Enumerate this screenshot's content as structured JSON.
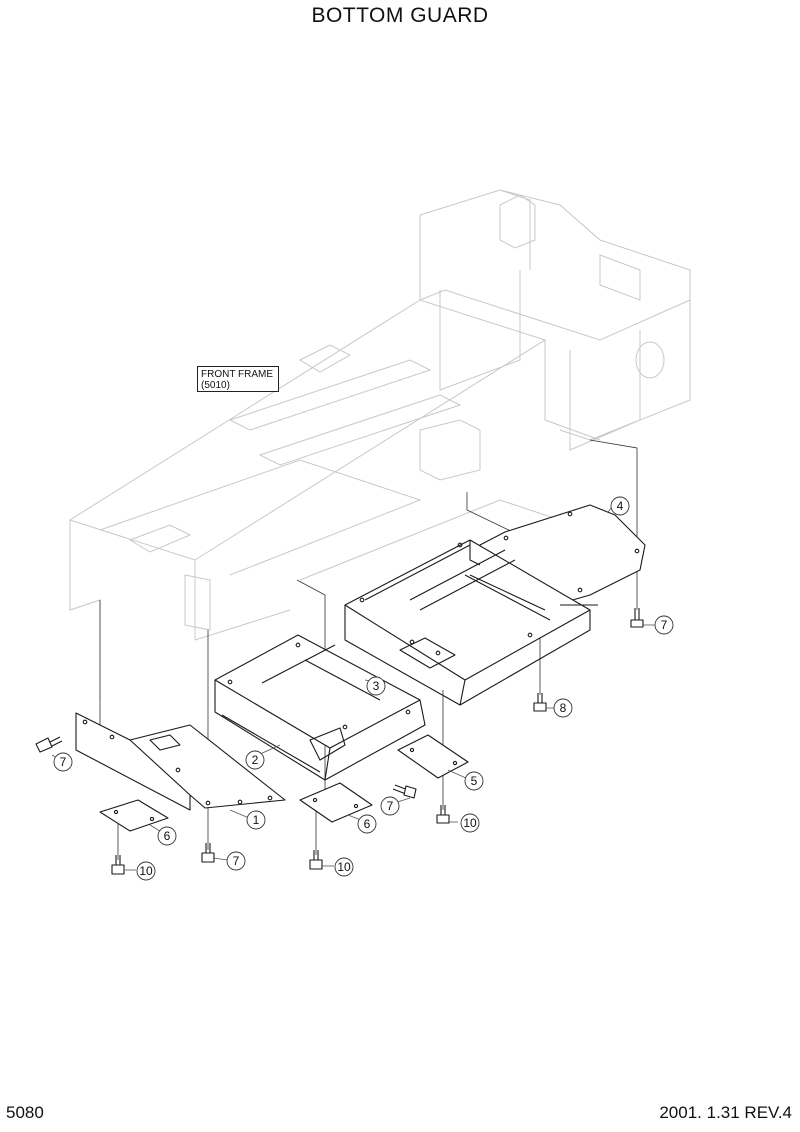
{
  "title": "BOTTOM GUARD",
  "page_number": "5080",
  "revision": "2001. 1.31 REV.4",
  "reference": {
    "line1": "FRONT FRAME",
    "line2": "(5010)"
  },
  "callouts": [
    {
      "id": "c-4",
      "label": "4"
    },
    {
      "id": "c-7a",
      "label": "7"
    },
    {
      "id": "c-3",
      "label": "3"
    },
    {
      "id": "c-8",
      "label": "8"
    },
    {
      "id": "c-2",
      "label": "2"
    },
    {
      "id": "c-5",
      "label": "5"
    },
    {
      "id": "c-7b",
      "label": "7"
    },
    {
      "id": "c-10a",
      "label": "10"
    },
    {
      "id": "c-7c",
      "label": "7"
    },
    {
      "id": "c-1",
      "label": "1"
    },
    {
      "id": "c-6a",
      "label": "6"
    },
    {
      "id": "c-6b",
      "label": "6"
    },
    {
      "id": "c-7d",
      "label": "7"
    },
    {
      "id": "c-10b",
      "label": "10"
    },
    {
      "id": "c-10c",
      "label": "10"
    }
  ]
}
